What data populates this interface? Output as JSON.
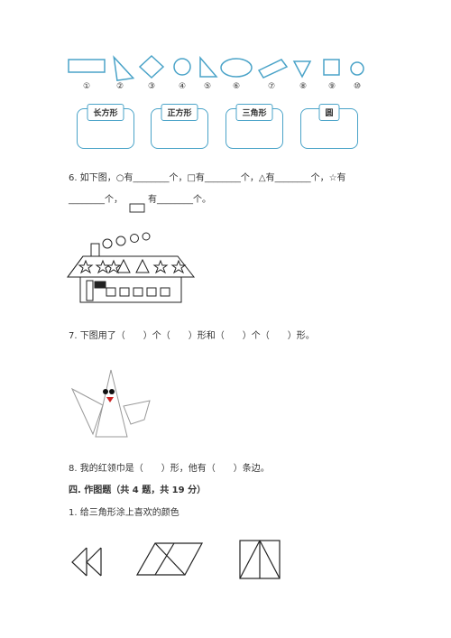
{
  "shape_numbers": [
    "①",
    "②",
    "③",
    "④",
    "⑤",
    "⑥",
    "⑦",
    "⑧",
    "⑨",
    "⑩"
  ],
  "category_boxes": [
    "长方形",
    "正方形",
    "三角形",
    "圆"
  ],
  "q6": {
    "line1": "6. 如下图，○有________个，□有________个，△有________个，☆有",
    "line2_a": "________个，",
    "line2_b": "有________个。"
  },
  "q7": {
    "text": "7. 下图用了（　　）个（　　）形和（　　）个（　　）形。"
  },
  "q8": {
    "text": "8. 我的红领巾是（　　）形，他有（　　）条边。"
  },
  "section4": {
    "title": "四. 作图题（共 4 题，共 19 分）"
  },
  "s4q1": {
    "text": "1. 给三角形涂上喜欢的颜色"
  },
  "colors": {
    "accent": "#4aa3c8",
    "red": "#cc2222"
  }
}
